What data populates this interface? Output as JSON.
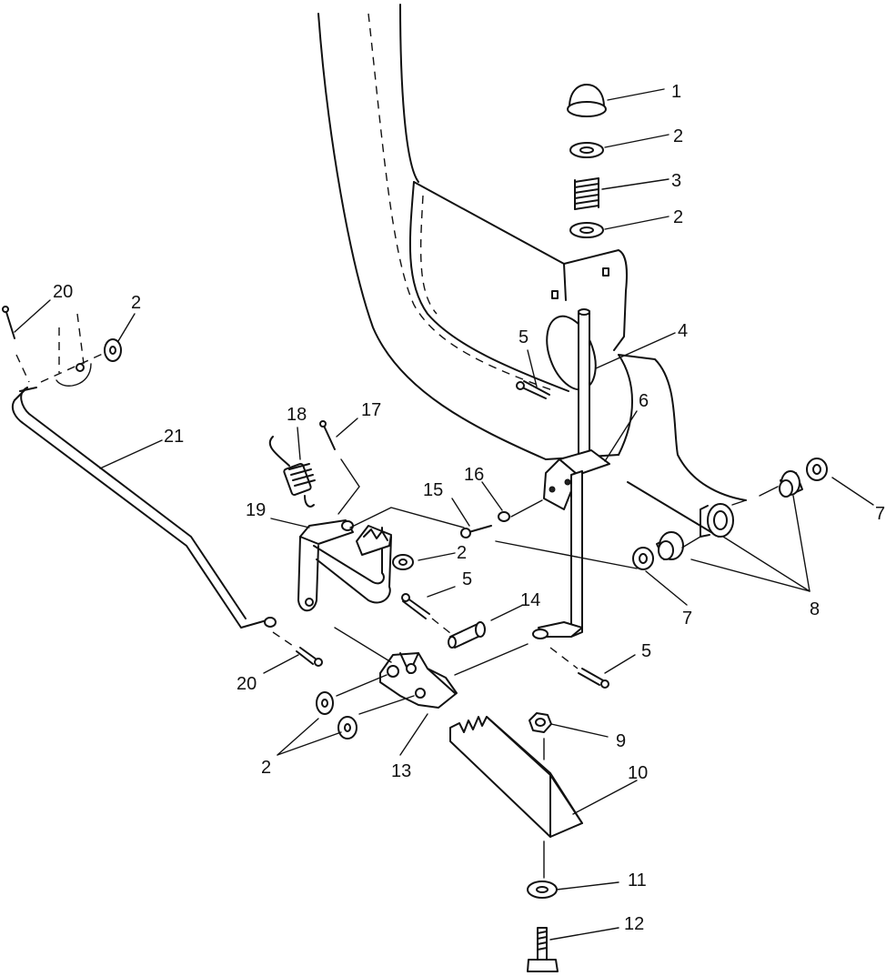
{
  "callouts": [
    {
      "id": "c1",
      "label": "1"
    },
    {
      "id": "c2a",
      "label": "2"
    },
    {
      "id": "c3",
      "label": "3"
    },
    {
      "id": "c2b",
      "label": "2"
    },
    {
      "id": "c4",
      "label": "4"
    },
    {
      "id": "c5a",
      "label": "5"
    },
    {
      "id": "c6",
      "label": "6"
    },
    {
      "id": "c20a",
      "label": "20"
    },
    {
      "id": "c2c",
      "label": "2"
    },
    {
      "id": "c21",
      "label": "21"
    },
    {
      "id": "c18",
      "label": "18"
    },
    {
      "id": "c17",
      "label": "17"
    },
    {
      "id": "c15",
      "label": "15"
    },
    {
      "id": "c16",
      "label": "16"
    },
    {
      "id": "c19",
      "label": "19"
    },
    {
      "id": "c2d",
      "label": "2"
    },
    {
      "id": "c5b",
      "label": "5"
    },
    {
      "id": "c14",
      "label": "14"
    },
    {
      "id": "c7a",
      "label": "7"
    },
    {
      "id": "c7b",
      "label": "7"
    },
    {
      "id": "c8",
      "label": "8"
    },
    {
      "id": "c5c",
      "label": "5"
    },
    {
      "id": "c20b",
      "label": "20"
    },
    {
      "id": "c9",
      "label": "9"
    },
    {
      "id": "c2e",
      "label": "2"
    },
    {
      "id": "c13",
      "label": "13"
    },
    {
      "id": "c10",
      "label": "10"
    },
    {
      "id": "c11",
      "label": "11"
    },
    {
      "id": "c12",
      "label": "12"
    }
  ]
}
